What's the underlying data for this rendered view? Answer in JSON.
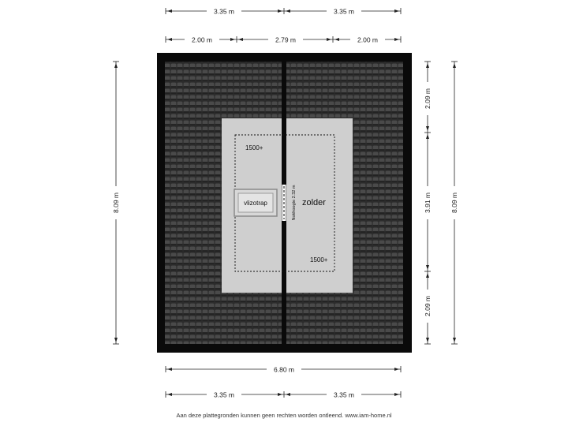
{
  "dimensions": {
    "top_left": "3.35 m",
    "top_right": "3.35 m",
    "second_left": "2.00 m",
    "second_middle": "2.79 m",
    "second_right": "2.00 m",
    "left_height": "8.09 m",
    "right_top": "2.09 m",
    "right_middle": "3.91 m",
    "right_bottom": "2.09 m",
    "right_total": "8.09 m",
    "bottom_total": "6.80 m",
    "bottom_left": "3.35 m",
    "bottom_right": "3.35 m"
  },
  "labels": {
    "room": "zolder",
    "stair": "vlizotrap",
    "height_top": "1500+",
    "height_bottom": "1500+",
    "ridge_height": "Nokhoogte 2.32 m"
  },
  "footer": "Aan deze plattegronden kunnen geen rechten worden ontleend. www.iam-home.nl",
  "colors": {
    "roof_edge": "#0a0a0a",
    "roof_tiles": "#2e2e2e",
    "floor": "#cfcfcf",
    "dimension_line": "#222222"
  }
}
